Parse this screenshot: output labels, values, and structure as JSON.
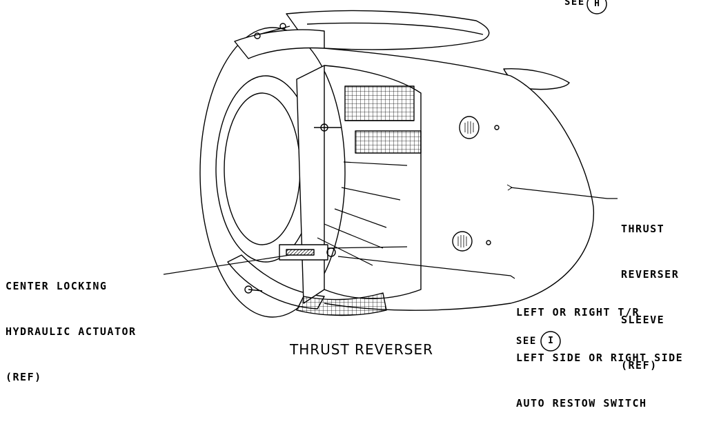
{
  "labels": {
    "see_h": "SEE",
    "see_h_letter": "H",
    "thrust_reverser_sleeve": [
      "THRUST",
      "REVERSER",
      "SLEEVE",
      "(REF)"
    ],
    "center_locking": [
      "CENTER LOCKING",
      "HYDRAULIC ACTUATOR",
      "(REF)"
    ],
    "restow_switch": [
      "LEFT OR RIGHT T/R",
      "LEFT SIDE OR RIGHT SIDE",
      "AUTO RESTOW SWITCH"
    ],
    "see_i": "SEE",
    "see_i_letter": "I",
    "title": "THRUST REVERSER"
  },
  "colors": {
    "ink": "#000000",
    "paper": "#ffffff"
  }
}
